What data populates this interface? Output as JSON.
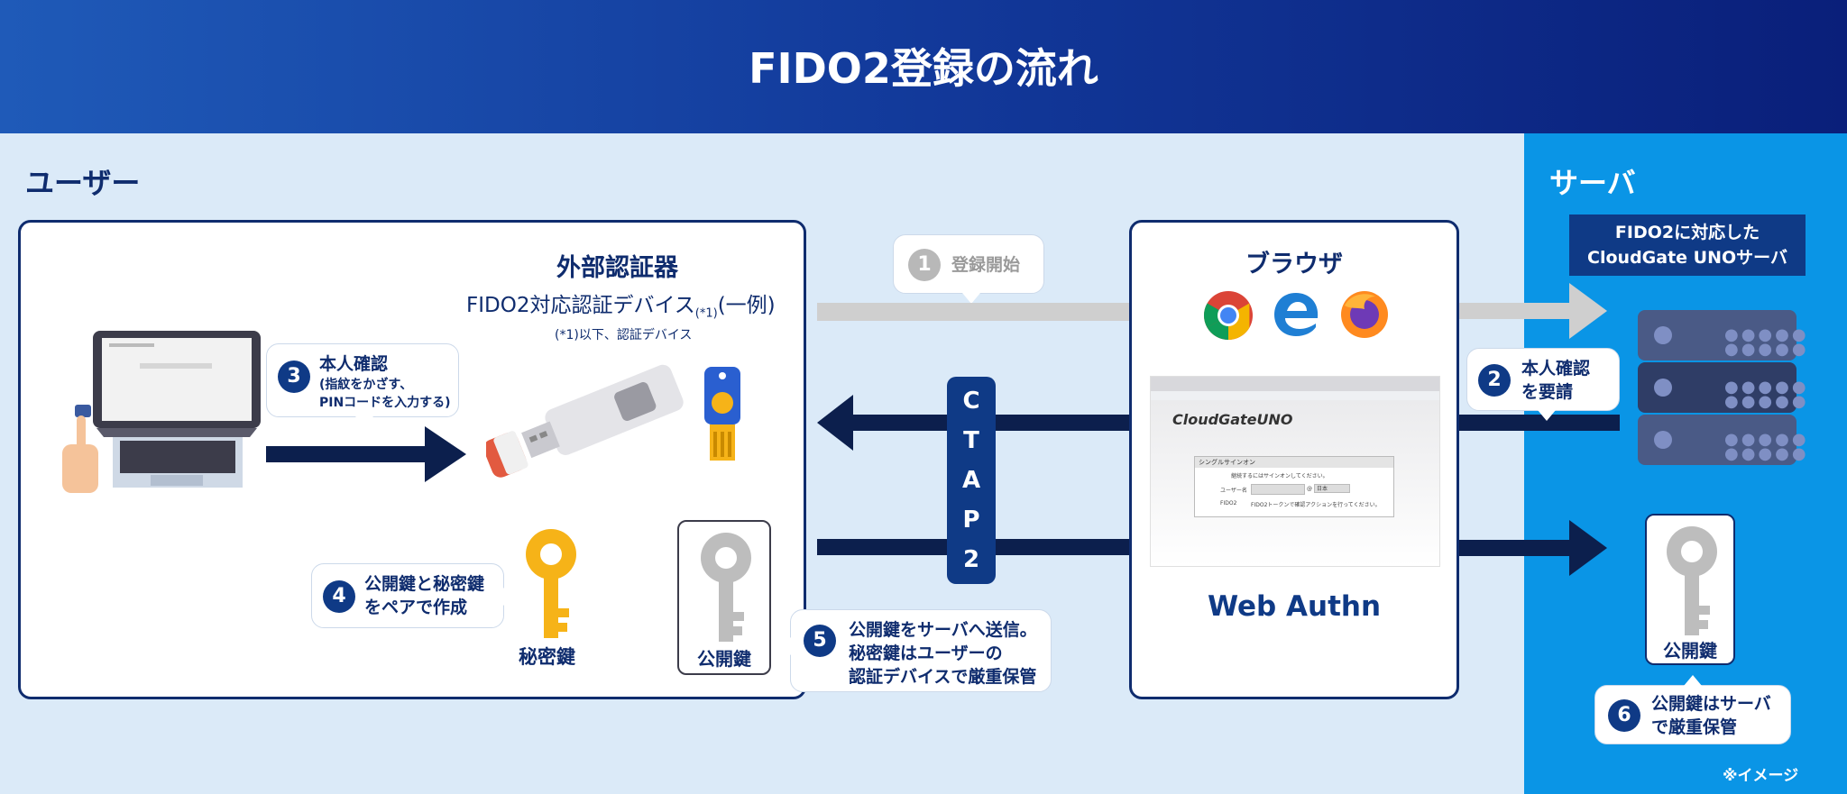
{
  "title": "FIDO2登録の流れ",
  "sections": {
    "user": "ユーザー",
    "server": "サーバ"
  },
  "authenticator": {
    "title": "外部認証器",
    "subtitle": "FIDO2対応認証デバイス",
    "sub_note": "(*1)",
    "example": "(一例)",
    "footnote": "(*1)以下、認証デバイス"
  },
  "steps": [
    {
      "num": "1",
      "text": "登録開始"
    },
    {
      "num": "2",
      "line1": "本人確認",
      "line2": "を要請"
    },
    {
      "num": "3",
      "line1": "本人確認",
      "line2": "(指紋をかざす、",
      "line3": "PINコードを入力する)"
    },
    {
      "num": "4",
      "line1": "公開鍵と秘密鍵",
      "line2": "をペアで作成"
    },
    {
      "num": "5",
      "line1": "公開鍵をサーバへ送信。",
      "line2": "秘密鍵はユーザーの",
      "line3": "認証デバイスで厳重保管"
    },
    {
      "num": "6",
      "line1": "公開鍵はサーバ",
      "line2": "で厳重保管"
    }
  ],
  "ctap": [
    "C",
    "T",
    "A",
    "P",
    "2"
  ],
  "browser": {
    "title": "ブラウザ",
    "logo": "CloudGateUNO",
    "login_box_title": "シングルサインオン",
    "login_box_msg": "継続するにはサインオンしてください。",
    "username_label": "ユーザー名",
    "at": "@",
    "domain_value": "日本",
    "fido_label": "FIDO2",
    "fido_msg": "FIDO2トークンで確認アクションを行ってください。",
    "webauthn": "Web Authn"
  },
  "server": {
    "label_line1": "FIDO2に対応した",
    "label_line2": "CloudGate UNOサーバ"
  },
  "keys": {
    "private": "秘密鍵",
    "public": "公開鍵",
    "server_public": "公開鍵"
  },
  "note": "※イメージ",
  "colors": {
    "navy": "#0f2c6e",
    "dark_arrow": "#0c1f4d",
    "gray_arrow": "#cfcfcf",
    "key_yellow": "#f6b318",
    "key_gray": "#bdbdbd",
    "server_blue": "#0a95e6"
  }
}
